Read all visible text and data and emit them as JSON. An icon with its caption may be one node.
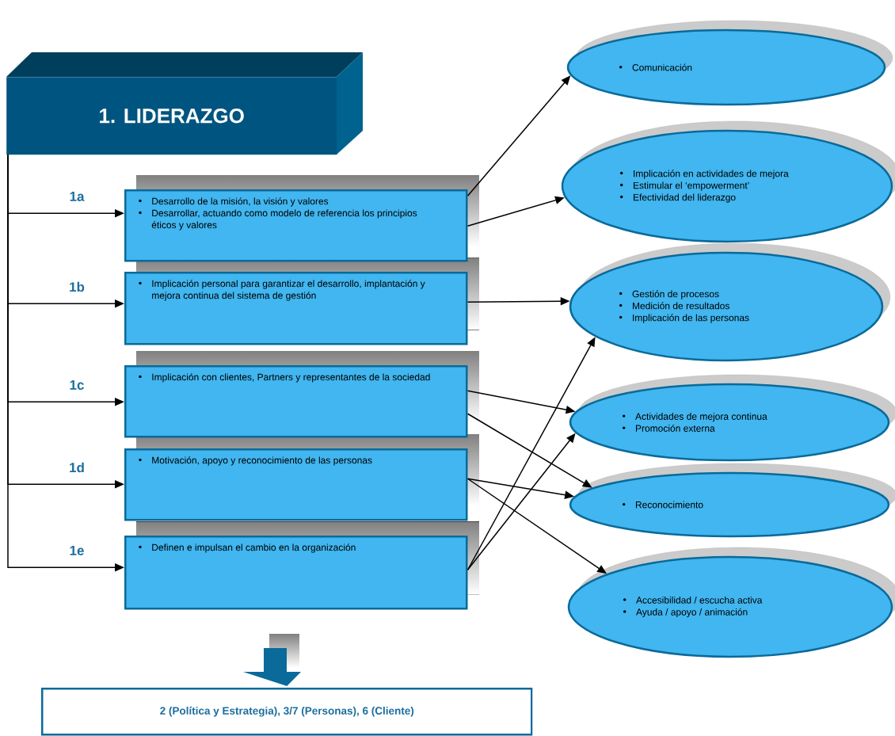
{
  "diagram": {
    "nodes": [
      {
        "text": [
          "1. LIDERAZGO"
        ]
      },
      {
        "text": [
          "Desarrollo de la misión, la visión y valores",
          "Desarrollar, actuando como modelo de referencia los principios éticos y valores"
        ]
      },
      {
        "text": [
          "Implicación personal para garantizar el desarrollo, implantación y mejora continua del sistema de gestión"
        ]
      },
      {
        "text": [
          "Implicación con clientes, Partners y representantes de la sociedad"
        ]
      },
      {
        "text": [
          "Motivación, apoyo y reconocimiento de las personas"
        ]
      },
      {
        "text": [
          "Definen e impulsan el cambio en la organización"
        ]
      },
      {
        "text": [
          "Comunicación"
        ]
      },
      {
        "text": [
          "Implicación en actividades de mejora",
          "Estimular el ‘empowerment’",
          "Efectividad del liderazgo"
        ]
      },
      {
        "text": [
          "Gestión de procesos",
          "Medición de resultados",
          "Implicación de las personas"
        ]
      },
      {
        "text": [
          "Actividades de mejora continua",
          "Promoción externa"
        ]
      },
      {
        "text": [
          "Reconocimiento"
        ]
      },
      {
        "text": [
          "Accesibilidad / escucha activa",
          "Ayuda / apoyo / animación"
        ]
      },
      {
        "text": [
          "2 (Política y Estrategia), 3/7 (Personas), 6 (Cliente)"
        ]
      }
    ],
    "edges": [
      {
        "from": 0,
        "to": 1,
        "arrow": "to",
        "label": "1a"
      },
      {
        "from": 0,
        "to": 2,
        "arrow": "to",
        "label": "1b"
      },
      {
        "from": 0,
        "to": 3,
        "arrow": "to",
        "label": "1c"
      },
      {
        "from": 0,
        "to": 4,
        "arrow": "to",
        "label": "1d"
      },
      {
        "from": 0,
        "to": 5,
        "arrow": "to",
        "label": "1e"
      },
      {
        "from": 1,
        "to": 6,
        "arrow": "to"
      },
      {
        "from": 1,
        "to": 7,
        "arrow": "to"
      },
      {
        "from": 2,
        "to": 8,
        "arrow": "to"
      },
      {
        "from": 3,
        "to": 9,
        "arrow": "to"
      },
      {
        "from": 3,
        "to": 10,
        "arrow": "to"
      },
      {
        "from": 4,
        "to": 10,
        "arrow": "to"
      },
      {
        "from": 4,
        "to": 11,
        "arrow": "to"
      },
      {
        "from": 5,
        "to": 8,
        "arrow": "to"
      },
      {
        "from": 5,
        "to": 9,
        "arrow": "to"
      },
      {
        "from": null,
        "to": 12,
        "arrow": "to",
        "style": "thick",
        "color": "#0a6a9a"
      }
    ]
  }
}
